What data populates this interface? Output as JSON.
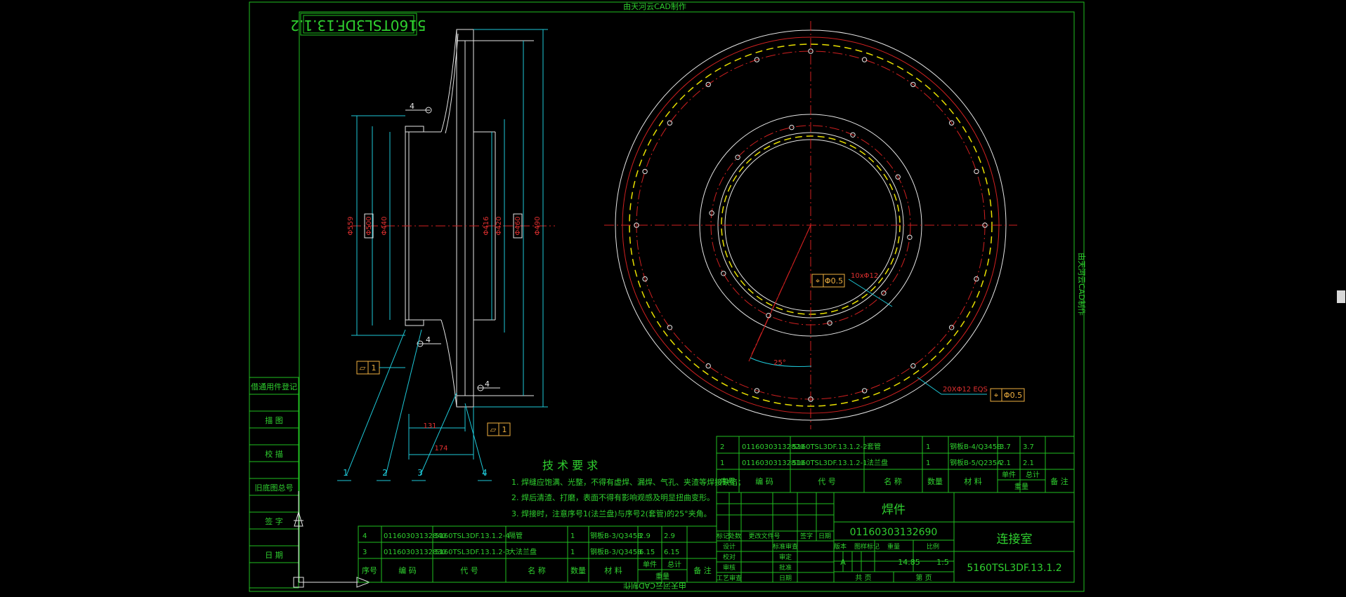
{
  "watermark": "由天河云CAD制作",
  "drawing_no_mirrored": "5160TSL3DF.13.1.2",
  "left_view": {
    "dia_labels": [
      "Φ559",
      "Φ500",
      "Φ440",
      "Φ416",
      "Φ420",
      "Φ460",
      "Φ490"
    ],
    "dim_131": "131",
    "dim_174": "174",
    "weld_symbol": "4",
    "tol_flat": "1",
    "tol_flat_symbol": "▱",
    "balloons": [
      "1",
      "2",
      "3",
      "4"
    ]
  },
  "right_view": {
    "hole_callout_inner": "10xΦ12",
    "hole_callout_outer": "20XΦ12  EQS",
    "pos_tol_inner": "Φ0.5",
    "pos_tol_outer": "Φ0.5",
    "pos_symbol": "⌖",
    "angle": "25°"
  },
  "tech_req": {
    "title": "技 术 要 求",
    "lines": [
      "1. 焊缝应饱满、光整，不得有虚焊、漏焊、气孔、夹渣等焊接缺陷；",
      "2. 焊后清渣、打磨，表面不得有影响观感及明显扭曲变形。",
      "3. 焊接时，注意序号1(法兰盘)与序号2(套管)的25°夹角。"
    ]
  },
  "left_sidebar": [
    "借通用件登记",
    "描 图",
    "校 描",
    "旧底图总号",
    "签 字",
    "日 期"
  ],
  "bom_top": [
    [
      "2",
      "01160303132820",
      "5160TSL3DF.13.1.2-2",
      "套管",
      "1",
      "钢板B-4/Q345B",
      "3.7",
      "3.7",
      ""
    ],
    [
      "1",
      "01160303132810",
      "5160TSL3DF.13.1.2-1",
      "法兰盘",
      "1",
      "钢板B-5/Q235A",
      "2.1",
      "2.1",
      ""
    ]
  ],
  "bom_top_header": [
    "序号",
    "编 码",
    "代 号",
    "名 称",
    "数量",
    "材 料",
    "单件",
    "总计",
    "备 注"
  ],
  "bom_top_weight": "重量",
  "bom_bottom": [
    [
      "4",
      "01160303132840",
      "5160TSL3DF.13.1.2-4",
      "隔管",
      "1",
      "钢板B-3/Q345B",
      "2.9",
      "2.9",
      ""
    ],
    [
      "3",
      "01160303132830",
      "5160TSL3DF.13.1.2-3",
      "大法兰盘",
      "1",
      "钢板B-3/Q345B",
      "6.15",
      "6.15",
      ""
    ]
  ],
  "bom_bottom_header": [
    "序号",
    "编 码",
    "代 号",
    "名 称",
    "数量",
    "材 料",
    "单件",
    "总计",
    "备 注"
  ],
  "bom_bottom_weight": "重量",
  "title_block": {
    "type": "焊件",
    "code": "01160303132690",
    "name": "连接室",
    "drawing_no": "5160TSL3DF.13.1.2",
    "weight": "14.85",
    "scale": "1:5",
    "rev_row": [
      "标记",
      "处数",
      "更改文件号",
      "签字",
      "日期"
    ],
    "roles": [
      "设计",
      "校对",
      "审核",
      "工艺审查"
    ],
    "roles2": [
      "标准审查",
      "审定",
      "批准",
      "日期"
    ],
    "stage_header": [
      "图样标记",
      "重量",
      "比例"
    ],
    "stage_mark": "A",
    "sheet": "共 页",
    "page": "第 页",
    "ver": "版本"
  }
}
